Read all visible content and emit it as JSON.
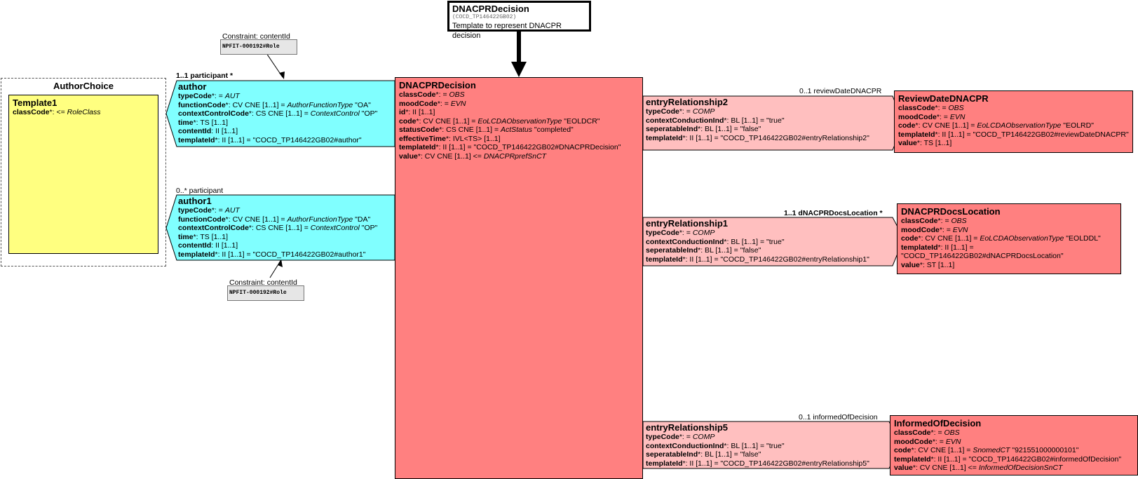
{
  "header": {
    "title": "DNACPRDecision",
    "subtitle": "(COCD_TP146422GB02)",
    "description": "Template to represent DNACPR decision"
  },
  "author_choice": {
    "title": "AuthorChoice",
    "template1": {
      "title": "Template1",
      "row": {
        "name": "classCode",
        "rest": "*: <= ",
        "italic": "RoleClass"
      }
    }
  },
  "constraints": [
    {
      "label": "Constraint: contentId",
      "value": "NPFIT-000192#Role"
    },
    {
      "label": "Constraint: contentId",
      "value": "NPFIT-000192#Role"
    }
  ],
  "relations": {
    "author": "1..1 participant  *",
    "author1": "0..* participant",
    "review": "0..1 reviewDateDNACPR",
    "docs": "1..1 dNACPRDocsLocation  *",
    "informed": "0..1 informedOfDecision"
  },
  "author": {
    "title": "author",
    "rows": [
      {
        "name": "typeCode",
        "rest": "*: = ",
        "italic": "AUT",
        "tail": ""
      },
      {
        "name": "functionCode",
        "rest": "*: CV CNE [1..1] = ",
        "italic": "AuthorFunctionType",
        "tail": " \"OA\""
      },
      {
        "name": "contextControlCode",
        "rest": "*: CS CNE [1..1] = ",
        "italic": "ContextControl",
        "tail": " \"OP\""
      },
      {
        "name": "time",
        "rest": "*: TS [1..1]",
        "italic": "",
        "tail": ""
      },
      {
        "name": "contentId",
        "rest": ": II [1..1]",
        "italic": "",
        "tail": ""
      },
      {
        "name": "templateId",
        "rest": "*: II [1..1] = \"COCD_TP146422GB02#author\"",
        "italic": "",
        "tail": ""
      }
    ]
  },
  "author1": {
    "title": "author1",
    "rows": [
      {
        "name": "typeCode",
        "rest": "*: = ",
        "italic": "AUT",
        "tail": ""
      },
      {
        "name": "functionCode",
        "rest": "*: CV CNE [1..1] = ",
        "italic": "AuthorFunctionType",
        "tail": " \"DA\""
      },
      {
        "name": "contextControlCode",
        "rest": "*: CS CNE [1..1] = ",
        "italic": "ContextControl",
        "tail": " \"OP\""
      },
      {
        "name": "time",
        "rest": "*: TS [1..1]",
        "italic": "",
        "tail": ""
      },
      {
        "name": "contentId",
        "rest": ": II [1..1]",
        "italic": "",
        "tail": ""
      },
      {
        "name": "templateId",
        "rest": "*: II [1..1] = \"COCD_TP146422GB02#author1\"",
        "italic": "",
        "tail": ""
      }
    ]
  },
  "main": {
    "title": "DNACPRDecision",
    "rows": [
      {
        "name": "classCode",
        "rest": "*: = ",
        "italic": "OBS",
        "tail": ""
      },
      {
        "name": "moodCode",
        "rest": "*: = ",
        "italic": "EVN",
        "tail": ""
      },
      {
        "name": "id",
        "rest": "*: II [1..1]",
        "italic": "",
        "tail": ""
      },
      {
        "name": "code",
        "rest": "*: CV CNE [1..1] = ",
        "italic": "EoLCDAObservationType",
        "tail": " \"EOLDCR\""
      },
      {
        "name": "statusCode",
        "rest": "*: CS CNE [1..1] = ",
        "italic": "ActStatus",
        "tail": " \"completed\""
      },
      {
        "name": "effectiveTime",
        "rest": "*: IVL<TS> [1..1]",
        "italic": "",
        "tail": ""
      },
      {
        "name": "templateId",
        "rest": "*: II [1..1] = \"COCD_TP146422GB02#DNACPRDecision\"",
        "italic": "",
        "tail": ""
      },
      {
        "name": "value",
        "rest": "*: CV CNE [1..1] <= ",
        "italic": "DNACPRprefSnCT",
        "tail": ""
      }
    ]
  },
  "er2": {
    "title": "entryRelationship2",
    "rows": [
      {
        "name": "typeCode",
        "rest": "*: = ",
        "italic": "COMP",
        "tail": ""
      },
      {
        "name": "contextConductionInd",
        "rest": "*: BL [1..1] = \"true\"",
        "italic": "",
        "tail": ""
      },
      {
        "name": "seperatableInd",
        "rest": "*: BL [1..1] = \"false\"",
        "italic": "",
        "tail": ""
      },
      {
        "name": "templateId",
        "rest": "*: II [1..1] = \"COCD_TP146422GB02#entryRelationship2\"",
        "italic": "",
        "tail": ""
      }
    ]
  },
  "er1": {
    "title": "entryRelationship1",
    "rows": [
      {
        "name": "typeCode",
        "rest": "*: = ",
        "italic": "COMP",
        "tail": ""
      },
      {
        "name": "contextConductionInd",
        "rest": "*: BL [1..1] = \"true\"",
        "italic": "",
        "tail": ""
      },
      {
        "name": "seperatableInd",
        "rest": "*: BL [1..1] = \"false\"",
        "italic": "",
        "tail": ""
      },
      {
        "name": "templateId",
        "rest": "*: II [1..1] = \"COCD_TP146422GB02#entryRelationship1\"",
        "italic": "",
        "tail": ""
      }
    ]
  },
  "er5": {
    "title": "entryRelationship5",
    "rows": [
      {
        "name": "typeCode",
        "rest": "*: = ",
        "italic": "COMP",
        "tail": ""
      },
      {
        "name": "contextConductionInd",
        "rest": "*: BL [1..1] = \"true\"",
        "italic": "",
        "tail": ""
      },
      {
        "name": "seperatableInd",
        "rest": "*: BL [1..1] = \"false\"",
        "italic": "",
        "tail": ""
      },
      {
        "name": "templateId",
        "rest": "*: II [1..1] = \"COCD_TP146422GB02#entryRelationship5\"",
        "italic": "",
        "tail": ""
      }
    ]
  },
  "review": {
    "title": "ReviewDateDNACPR",
    "rows": [
      {
        "name": "classCode",
        "rest": "*: = ",
        "italic": "OBS",
        "tail": ""
      },
      {
        "name": "moodCode",
        "rest": "*: = ",
        "italic": "EVN",
        "tail": ""
      },
      {
        "name": "code",
        "rest": "*: CV CNE [1..1] = ",
        "italic": "EoLCDAObservationType",
        "tail": " \"EOLRD\""
      },
      {
        "name": "templateId",
        "rest": "*: II [1..1] = \"COCD_TP146422GB02#reviewDateDNACPR\"",
        "italic": "",
        "tail": ""
      },
      {
        "name": "value",
        "rest": "*: TS [1..1]",
        "italic": "",
        "tail": ""
      }
    ]
  },
  "docs": {
    "title": "DNACPRDocsLocation",
    "rows": [
      {
        "name": "classCode",
        "rest": "*: = ",
        "italic": "OBS",
        "tail": ""
      },
      {
        "name": "moodCode",
        "rest": "*: = ",
        "italic": "EVN",
        "tail": ""
      },
      {
        "name": "code",
        "rest": "*: CV CNE [1..1] = ",
        "italic": "EoLCDAObservationType",
        "tail": " \"EOLDDL\""
      },
      {
        "name": "templateId",
        "rest": "*: II [1..1] =",
        "italic": "",
        "tail": ""
      },
      {
        "name": "",
        "rest": "\"COCD_TP146422GB02#dNACPRDocsLocation\"",
        "italic": "",
        "tail": ""
      },
      {
        "name": "value",
        "rest": "*: ST [1..1]",
        "italic": "",
        "tail": ""
      }
    ]
  },
  "informed": {
    "title": "InformedOfDecision",
    "rows": [
      {
        "name": "classCode",
        "rest": "*: = ",
        "italic": "OBS",
        "tail": ""
      },
      {
        "name": "moodCode",
        "rest": "*: = ",
        "italic": "EVN",
        "tail": ""
      },
      {
        "name": "code",
        "rest": "*: CV CNE [1..1] = ",
        "italic": "SnomedCT",
        "tail": " \"921551000000101\""
      },
      {
        "name": "templateId",
        "rest": "*: II [1..1] = \"COCD_TP146422GB02#informedOfDecision\"",
        "italic": "",
        "tail": ""
      },
      {
        "name": "value",
        "rest": "*: CV CNE [1..1] <= ",
        "italic": "InformedOfDecisionSnCT",
        "tail": ""
      }
    ]
  }
}
